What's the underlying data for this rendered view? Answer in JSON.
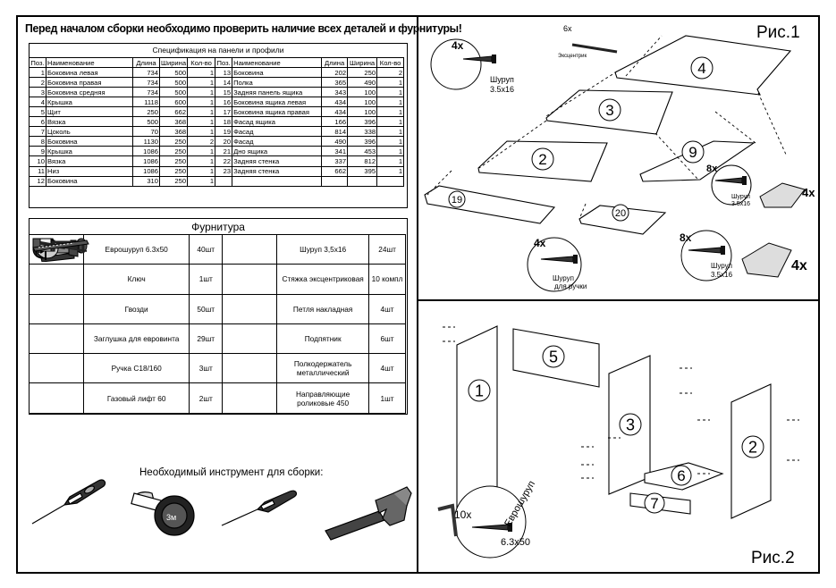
{
  "title": "Перед началом сборки необходимо проверить наличие всех деталей и фурнитуры!",
  "spec": {
    "caption": "Спецификация на панели и профили",
    "headers": [
      "Поз.",
      "Наименование",
      "Длина",
      "Ширина",
      "Кол-во"
    ],
    "rows_left": [
      [
        "1",
        "Боковина левая",
        "734",
        "500",
        "1"
      ],
      [
        "2",
        "Боковина правая",
        "734",
        "500",
        "1"
      ],
      [
        "3",
        "Боковина средняя",
        "734",
        "500",
        "1"
      ],
      [
        "4",
        "Крышка",
        "1118",
        "600",
        "1"
      ],
      [
        "5",
        "Щит",
        "250",
        "662",
        "1"
      ],
      [
        "6",
        "Вязка",
        "500",
        "368",
        "1"
      ],
      [
        "7",
        "Цоколь",
        "70",
        "368",
        "1"
      ],
      [
        "8",
        "Боковина",
        "1130",
        "250",
        "2"
      ],
      [
        "9",
        "Крышка",
        "1086",
        "250",
        "1"
      ],
      [
        "10",
        "Вязка",
        "1086",
        "250",
        "1"
      ],
      [
        "11",
        "Низ",
        "1086",
        "250",
        "1"
      ],
      [
        "12",
        "Боковина",
        "310",
        "250",
        "1"
      ]
    ],
    "rows_right": [
      [
        "13",
        "Боковина",
        "202",
        "250",
        "2"
      ],
      [
        "14",
        "Полка",
        "365",
        "490",
        "1"
      ],
      [
        "15",
        "Задняя панель ящика",
        "343",
        "100",
        "1"
      ],
      [
        "16",
        "Боковина ящика левая",
        "434",
        "100",
        "1"
      ],
      [
        "17",
        "Боковина ящика правая",
        "434",
        "100",
        "1"
      ],
      [
        "18",
        "Фасад ящика",
        "166",
        "396",
        "1"
      ],
      [
        "19",
        "Фасад",
        "814",
        "338",
        "1"
      ],
      [
        "20",
        "Фасад",
        "490",
        "396",
        "1"
      ],
      [
        "21",
        "Дно ящика",
        "341",
        "453",
        "1"
      ],
      [
        "22",
        "Задняя стенка",
        "337",
        "812",
        "1"
      ],
      [
        "23",
        "Задняя стенка",
        "662",
        "395",
        "1"
      ]
    ]
  },
  "hardware": {
    "title": "Фурнитура",
    "rows": [
      {
        "left_icon": "euroscrew-icon",
        "left_name": "Еврошуруп 6.3х50",
        "left_qty": "40шт",
        "right_icon": "screw-icon",
        "right_name": "Шуруп 3,5х16",
        "right_qty": "24шт"
      },
      {
        "left_icon": "hex-key-icon",
        "left_name": "Ключ",
        "left_qty": "1шт",
        "right_icon": "eccentric-tie-icon",
        "right_name": "Стяжка эксцентриковая",
        "right_qty": "10 компл"
      },
      {
        "left_icon": "nail-icon",
        "left_name": "Гвозди",
        "left_qty": "50шт",
        "right_icon": "hinge-icon",
        "right_name": "Петля накладная",
        "right_qty": "4шт"
      },
      {
        "left_icon": "cap-icon",
        "left_name": "Заглушка для евровинта",
        "left_qty": "29шт",
        "right_icon": "glide-icon",
        "right_name": "Подпятник",
        "right_qty": "6шт"
      },
      {
        "left_icon": "handle-icon",
        "left_name": "Ручка С18/160",
        "left_qty": "3шт",
        "right_icon": "shelf-support-icon",
        "right_name": "Полкодержатель металлический",
        "right_qty": "4шт"
      },
      {
        "left_icon": "gas-lift-icon",
        "left_name": "Газовый лифт 60",
        "left_qty": "2шт",
        "right_icon": "roller-guide-icon",
        "right_name": "Направляющие роликовые 450",
        "right_qty": "1шт"
      }
    ]
  },
  "tools": {
    "title": "Необходимый инструмент для сборки:",
    "tape_label": "3м",
    "items": [
      "phillips-screwdriver-icon",
      "tape-measure-icon",
      "flat-screwdriver-icon",
      "hammer-icon"
    ]
  },
  "fig1": {
    "caption": "Рис.1",
    "parts": [
      "4",
      "3",
      "2",
      "9",
      "19",
      "20"
    ],
    "callouts": [
      {
        "qty": "4x",
        "label": "Шуруп",
        "size": "3.5x16"
      },
      {
        "qty": "6x",
        "label": "Эксцентрик"
      },
      {
        "qty": "8x",
        "label": "Шуруп",
        "size": "3.5x16"
      },
      {
        "qty": "4x",
        "label": "Шуруп",
        "size": "для ручки"
      },
      {
        "qty": "8x",
        "label": "Шуруп",
        "size": "3.5x16"
      }
    ],
    "hinge_qty": [
      "4x",
      "4x"
    ]
  },
  "fig2": {
    "caption": "Рис.2",
    "parts": [
      "1",
      "5",
      "3",
      "2",
      "6",
      "7"
    ],
    "callout": {
      "qty": "10x",
      "label": "Еврошуруп",
      "size": "6.3x50"
    }
  }
}
